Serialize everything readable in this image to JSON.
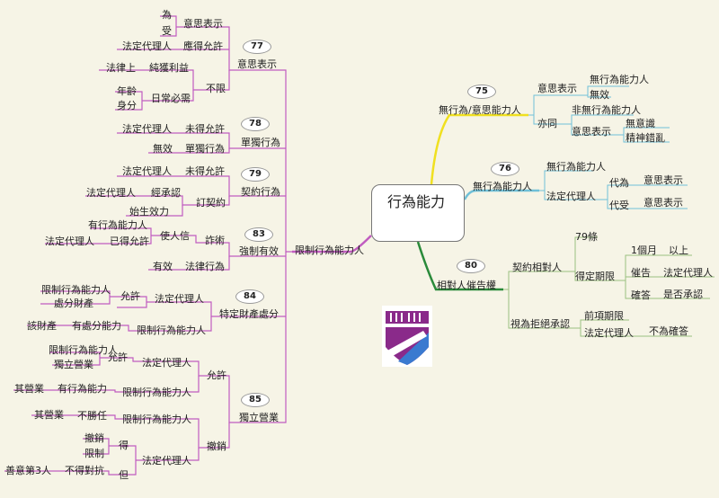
{
  "center": "行為能力",
  "badges": [
    "77",
    "78",
    "79",
    "83",
    "84",
    "85",
    "75",
    "76",
    "80",
    "79條"
  ],
  "left": {
    "main": "限制行為能力人",
    "n77": {
      "head": "意思表示",
      "a1": "為",
      "a2": "受",
      "a": "意思表示",
      "b1": "法定代理人",
      "b": "應得允許",
      "c": "不限",
      "c1a": "法律上",
      "c1": "純獲利益",
      "c2a1": "年齡",
      "c2a2": "身分",
      "c2": "日常必需"
    },
    "n78": {
      "head": "單獨行為",
      "a1": "法定代理人",
      "a": "未得允許",
      "b1": "無效",
      "b": "單獨行為"
    },
    "n79": {
      "head": "契約行為",
      "a1": "法定代理人",
      "a": "未得允許",
      "b": "訂契約",
      "b1": "法定代理人",
      "b2": "經承認",
      "b3": "始生效力"
    },
    "n83": {
      "head": "強制有效",
      "a": "詐術",
      "a1": "使人信",
      "a2": "有行為能力人",
      "a3": "法定代理人",
      "a4": "已得允許",
      "b1": "有效",
      "b": "法律行為"
    },
    "n84": {
      "head": "特定財產處分",
      "a": "法定代理人",
      "a1": "允許",
      "a2": "限制行為能力人",
      "a3": "處分財產",
      "b": "限制行為能力人",
      "b1": "有處分能力",
      "b2": "該財產"
    },
    "n85": {
      "head": "獨立營業",
      "a": "允許",
      "a1": "法定代理人",
      "a2": "允許",
      "a3": "限制行為能力人",
      "a4": "獨立營業",
      "a5": "限制行為能力人",
      "a6": "有行為能力",
      "a7": "其營業",
      "b": "撤銷",
      "b1": "限制行為能力人",
      "b2": "不勝任",
      "b3": "其營業",
      "b4": "法定代理人",
      "b5": "得",
      "b6": "撤銷",
      "b7": "限制",
      "b8": "但",
      "b9": "不得對抗",
      "b10": "善意第3人"
    }
  },
  "right": {
    "n75": {
      "head": "無行為/意思能力人",
      "a": "意思表示",
      "a1": "無行為能力人",
      "a2": "無效",
      "b": "亦同",
      "b1": "非無行為能力人",
      "b2": "意思表示",
      "b3": "無意識",
      "b4": "精神錯亂"
    },
    "n76": {
      "head": "無行為能力人",
      "a": "無行為能力人",
      "b": "法定代理人",
      "b1": "代為",
      "b2": "意思表示",
      "b3": "代受",
      "b4": "意思表示"
    },
    "n80": {
      "head": "相對人催告權",
      "a": "契約相對人",
      "a1": "得定期限",
      "a2": "1個月",
      "a3": "以上",
      "a4": "催告",
      "a5": "法定代理人",
      "a6": "確答",
      "a7": "是否承認",
      "b": "視為拒絕承認",
      "b1": "前項期限",
      "b2": "法定代理人",
      "b3": "不為確答"
    }
  },
  "colors": {
    "left": "#c05cc0",
    "n75": "#f0e020",
    "n76": "#70c0d8",
    "n80": "#2a8a3a",
    "logo_purple": "#8a2a8a",
    "logo_blue": "#3a7ad0"
  }
}
